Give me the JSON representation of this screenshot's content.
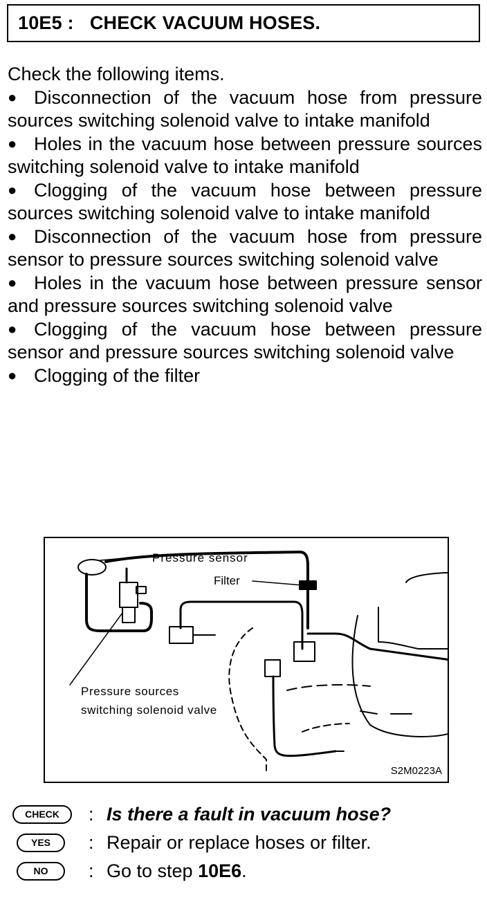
{
  "header": {
    "code": "10E5 :",
    "title": "CHECK VACUUM HOSES."
  },
  "intro": "Check the following items.",
  "checklist": [
    "Disconnection of the vacuum hose from pressure sources switching solenoid valve to intake manifold",
    "Holes in the vacuum hose between pressure sources switching solenoid valve to intake manifold",
    "Clogging of the vacuum hose between pressure sources switching solenoid valve to intake manifold",
    "Disconnection of the vacuum hose from pressure sensor to pressure sources switching solenoid valve",
    "Holes in the vacuum hose between pressure sensor and pressure sources switching solenoid valve",
    "Clogging of the vacuum hose between pressure sensor and pressure sources switching solenoid valve",
    "Clogging of the filter"
  ],
  "figure": {
    "labels": {
      "pressure_sensor": "Pressure sensor",
      "filter": "Filter",
      "solenoid_valve": "Pressure sources switching solenoid valve"
    },
    "code": "S2M0223A"
  },
  "check": {
    "badge": "CHECK",
    "colon": ":",
    "question": "Is there a fault in vacuum hose?"
  },
  "yes": {
    "badge": "YES",
    "colon": ":",
    "text": "Repair or replace hoses or filter."
  },
  "no": {
    "badge": "NO",
    "colon": ":",
    "text": "Go to step ",
    "step": "10E6",
    "period": "."
  }
}
